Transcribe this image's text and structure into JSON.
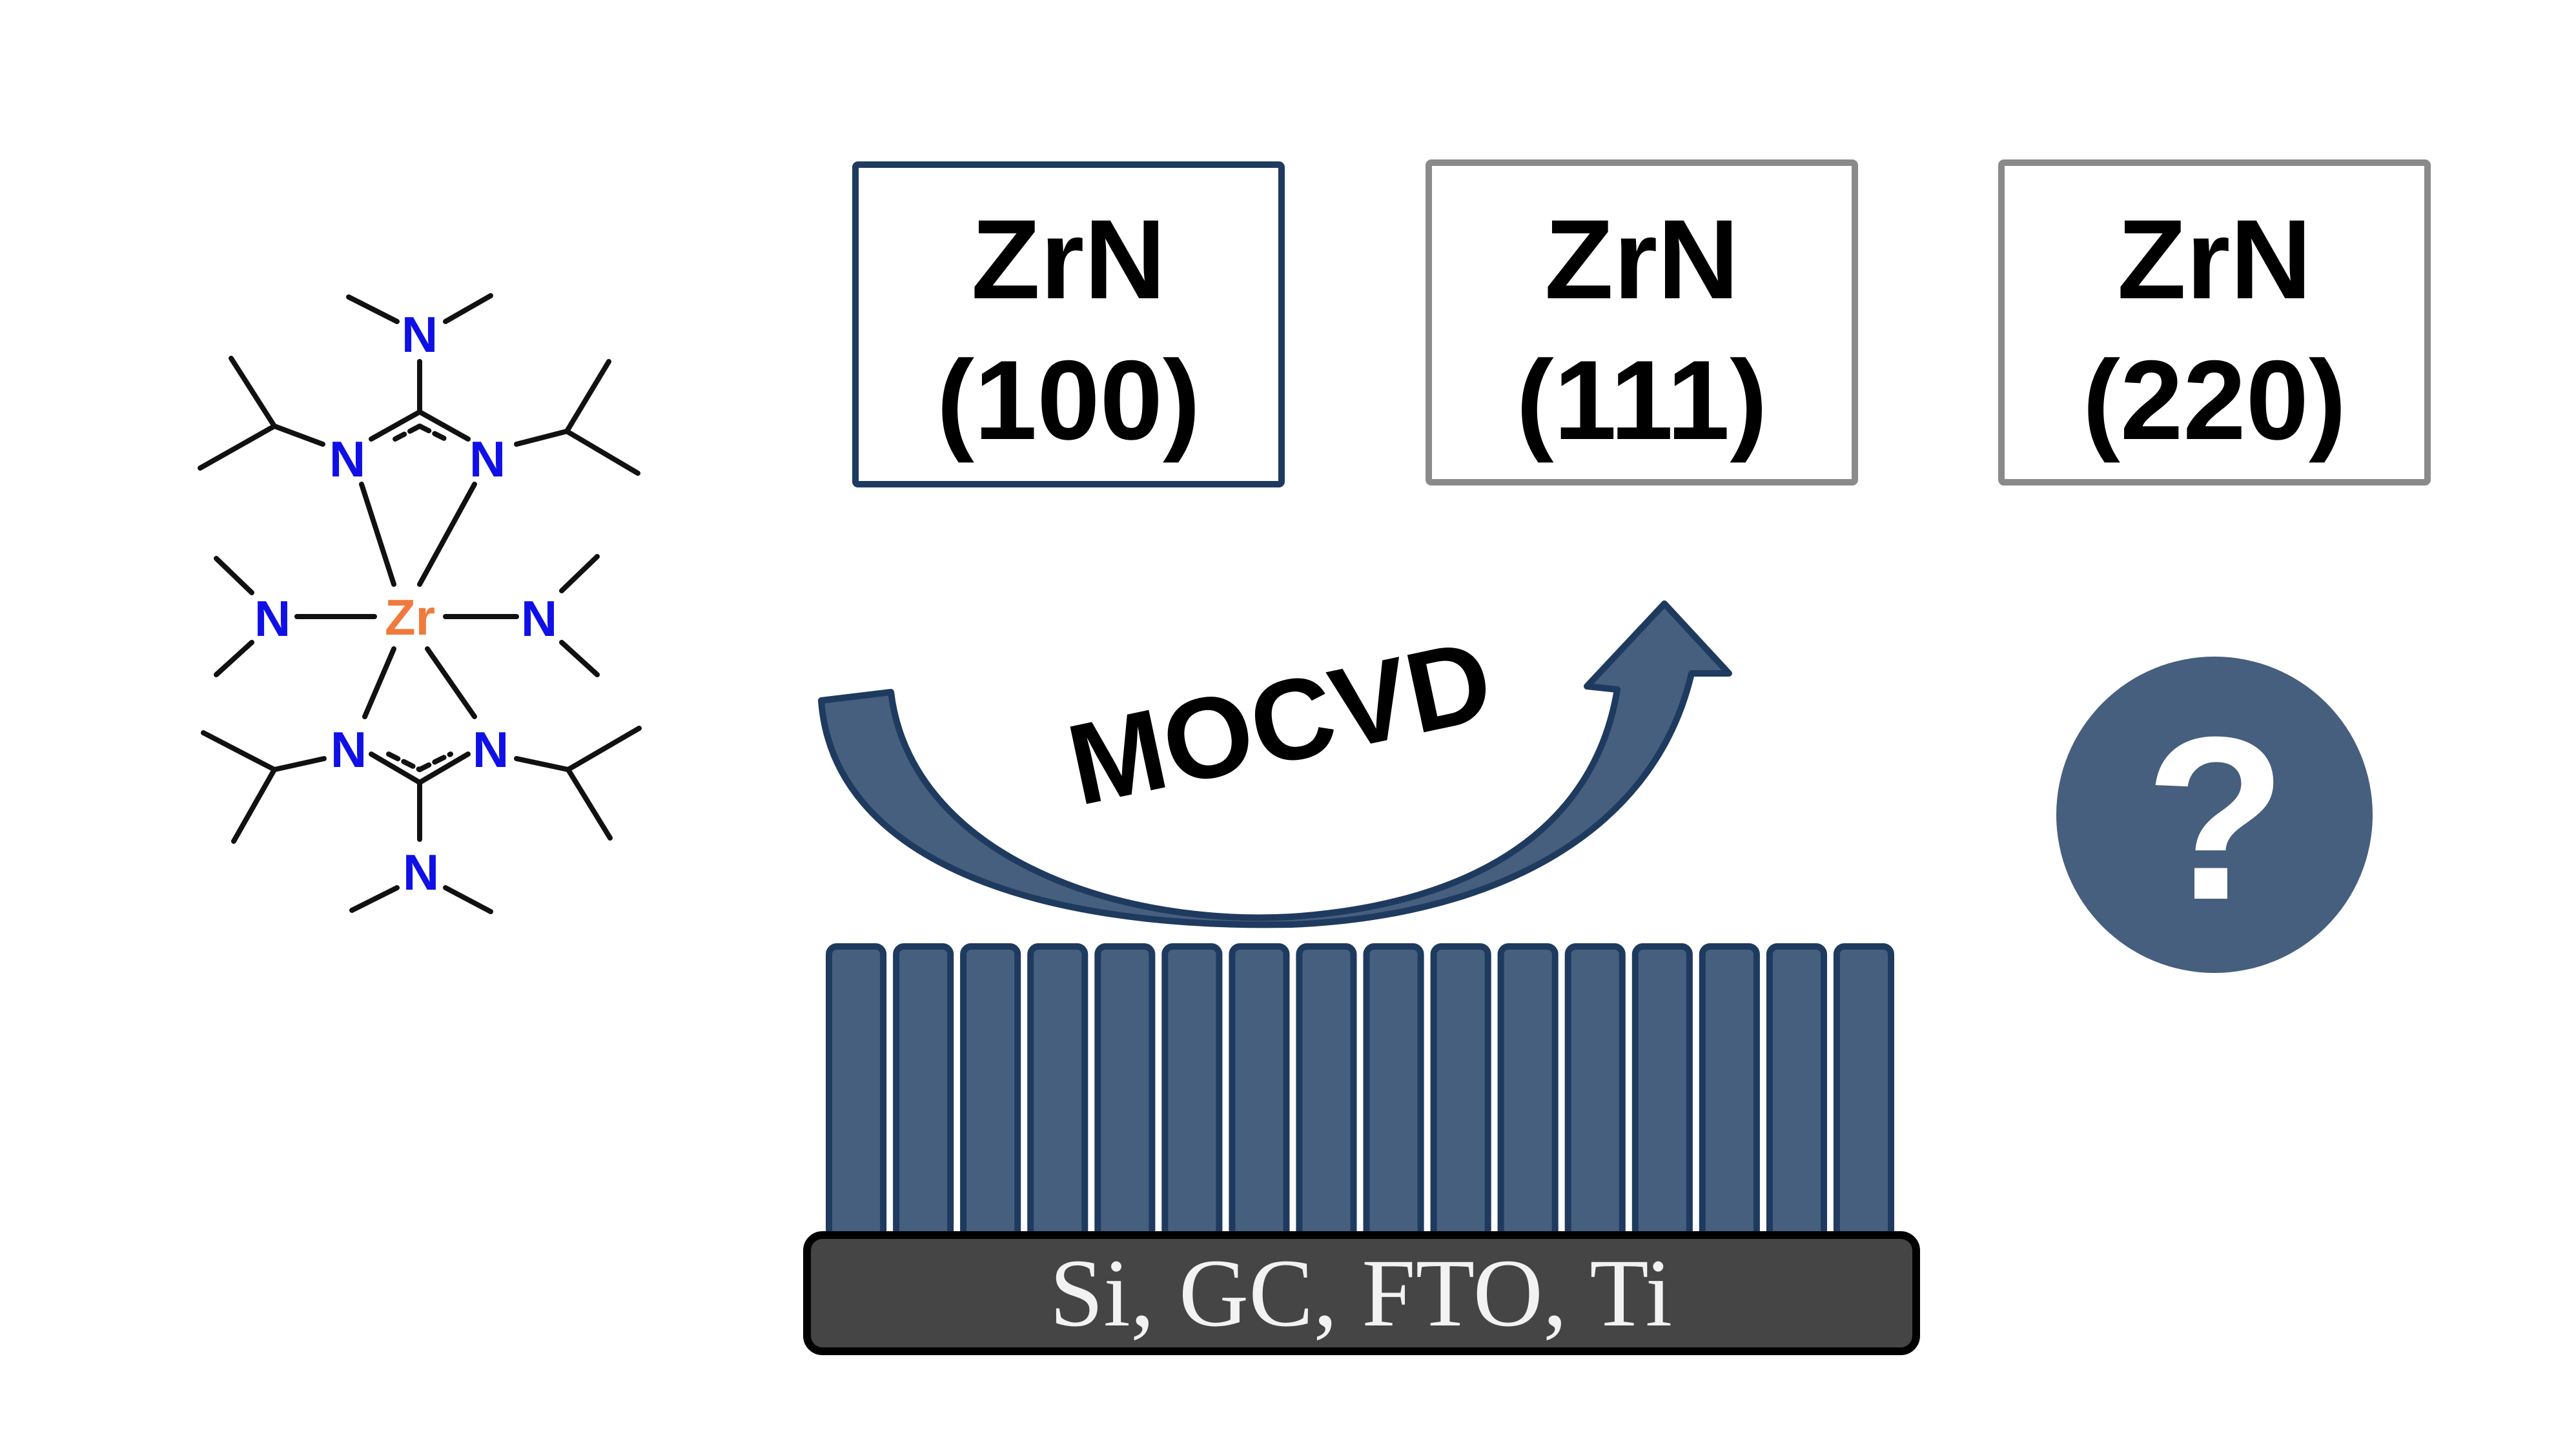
{
  "molecule": {
    "atoms": {
      "n_top": "N",
      "n_upper_left": "N",
      "n_upper_right": "N",
      "n_left": "N",
      "zr_center": "Zr",
      "n_right": "N",
      "n_lower_left": "N",
      "n_lower_right": "N",
      "n_bottom": "N"
    },
    "colors": {
      "nitrogen": "#1010e6",
      "zirconium": "#f07a3c",
      "bond": "#111111"
    }
  },
  "boxes": [
    {
      "line1": "ZrN",
      "line2": "(100)",
      "border_color": "#1f3a5f"
    },
    {
      "line1": "ZrN",
      "line2": "(111)",
      "border_color": "#8a8a8a"
    },
    {
      "line1": "ZrN",
      "line2": "(220)",
      "border_color": "#8a8a8a"
    }
  ],
  "process": {
    "label": "MOCVD",
    "arrow_color": "#465f7e",
    "arrow_outline": "#1f3a5f"
  },
  "question": {
    "symbol": "?",
    "circle_color": "#465f7e"
  },
  "substrate": {
    "label": "Si, GC, FTO, Ti",
    "fill_color": "#454545",
    "column_color": "#465f7e",
    "column_outline": "#1f3a5f",
    "column_count": 16
  }
}
